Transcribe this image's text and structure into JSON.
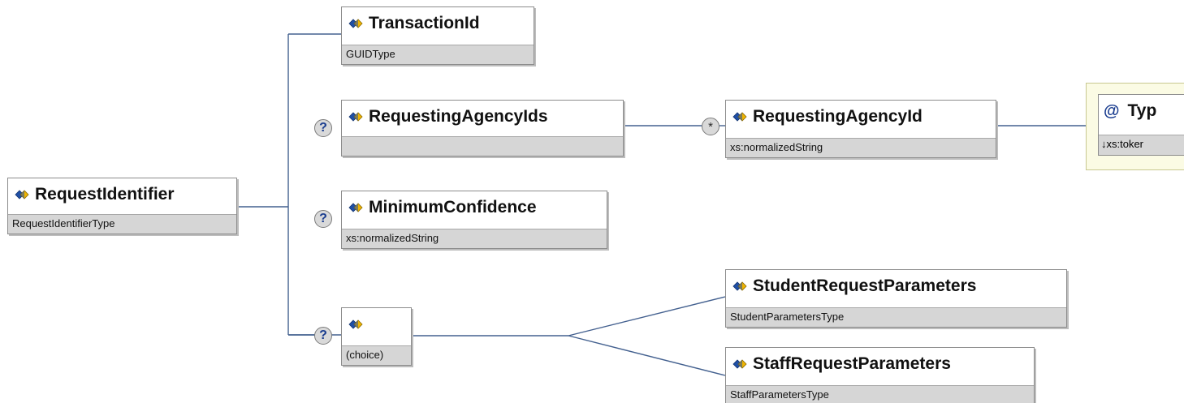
{
  "colors": {
    "line": "#43608f",
    "icon_blue": "#1f4fa6",
    "icon_gold": "#f0b400",
    "type_bar": "#d6d6d6"
  },
  "root": {
    "name": "RequestIdentifier",
    "type": "RequestIdentifierType"
  },
  "children": [
    {
      "name": "TransactionId",
      "type": "GUIDType"
    },
    {
      "name": "RequestingAgencyIds",
      "type": "",
      "badge": "?"
    },
    {
      "name": "MinimumConfidence",
      "type": "xs:normalizedString",
      "badge": "?"
    },
    {
      "name": "",
      "type": "(choice)",
      "badge": "?"
    }
  ],
  "grandchildren": [
    {
      "name": "RequestingAgencyId",
      "type": "xs:normalizedString",
      "badge": "*"
    },
    {
      "name": "StudentRequestParameters",
      "type": "StudentParametersType"
    },
    {
      "name": "StaffRequestParameters",
      "type": "StaffParametersType"
    }
  ],
  "attribute": {
    "symbol": "@",
    "name": "Typ",
    "type": "↓xs:toker"
  },
  "icons": [
    "element-icon",
    "optional-badge",
    "repeat-badge",
    "attribute-icon"
  ]
}
